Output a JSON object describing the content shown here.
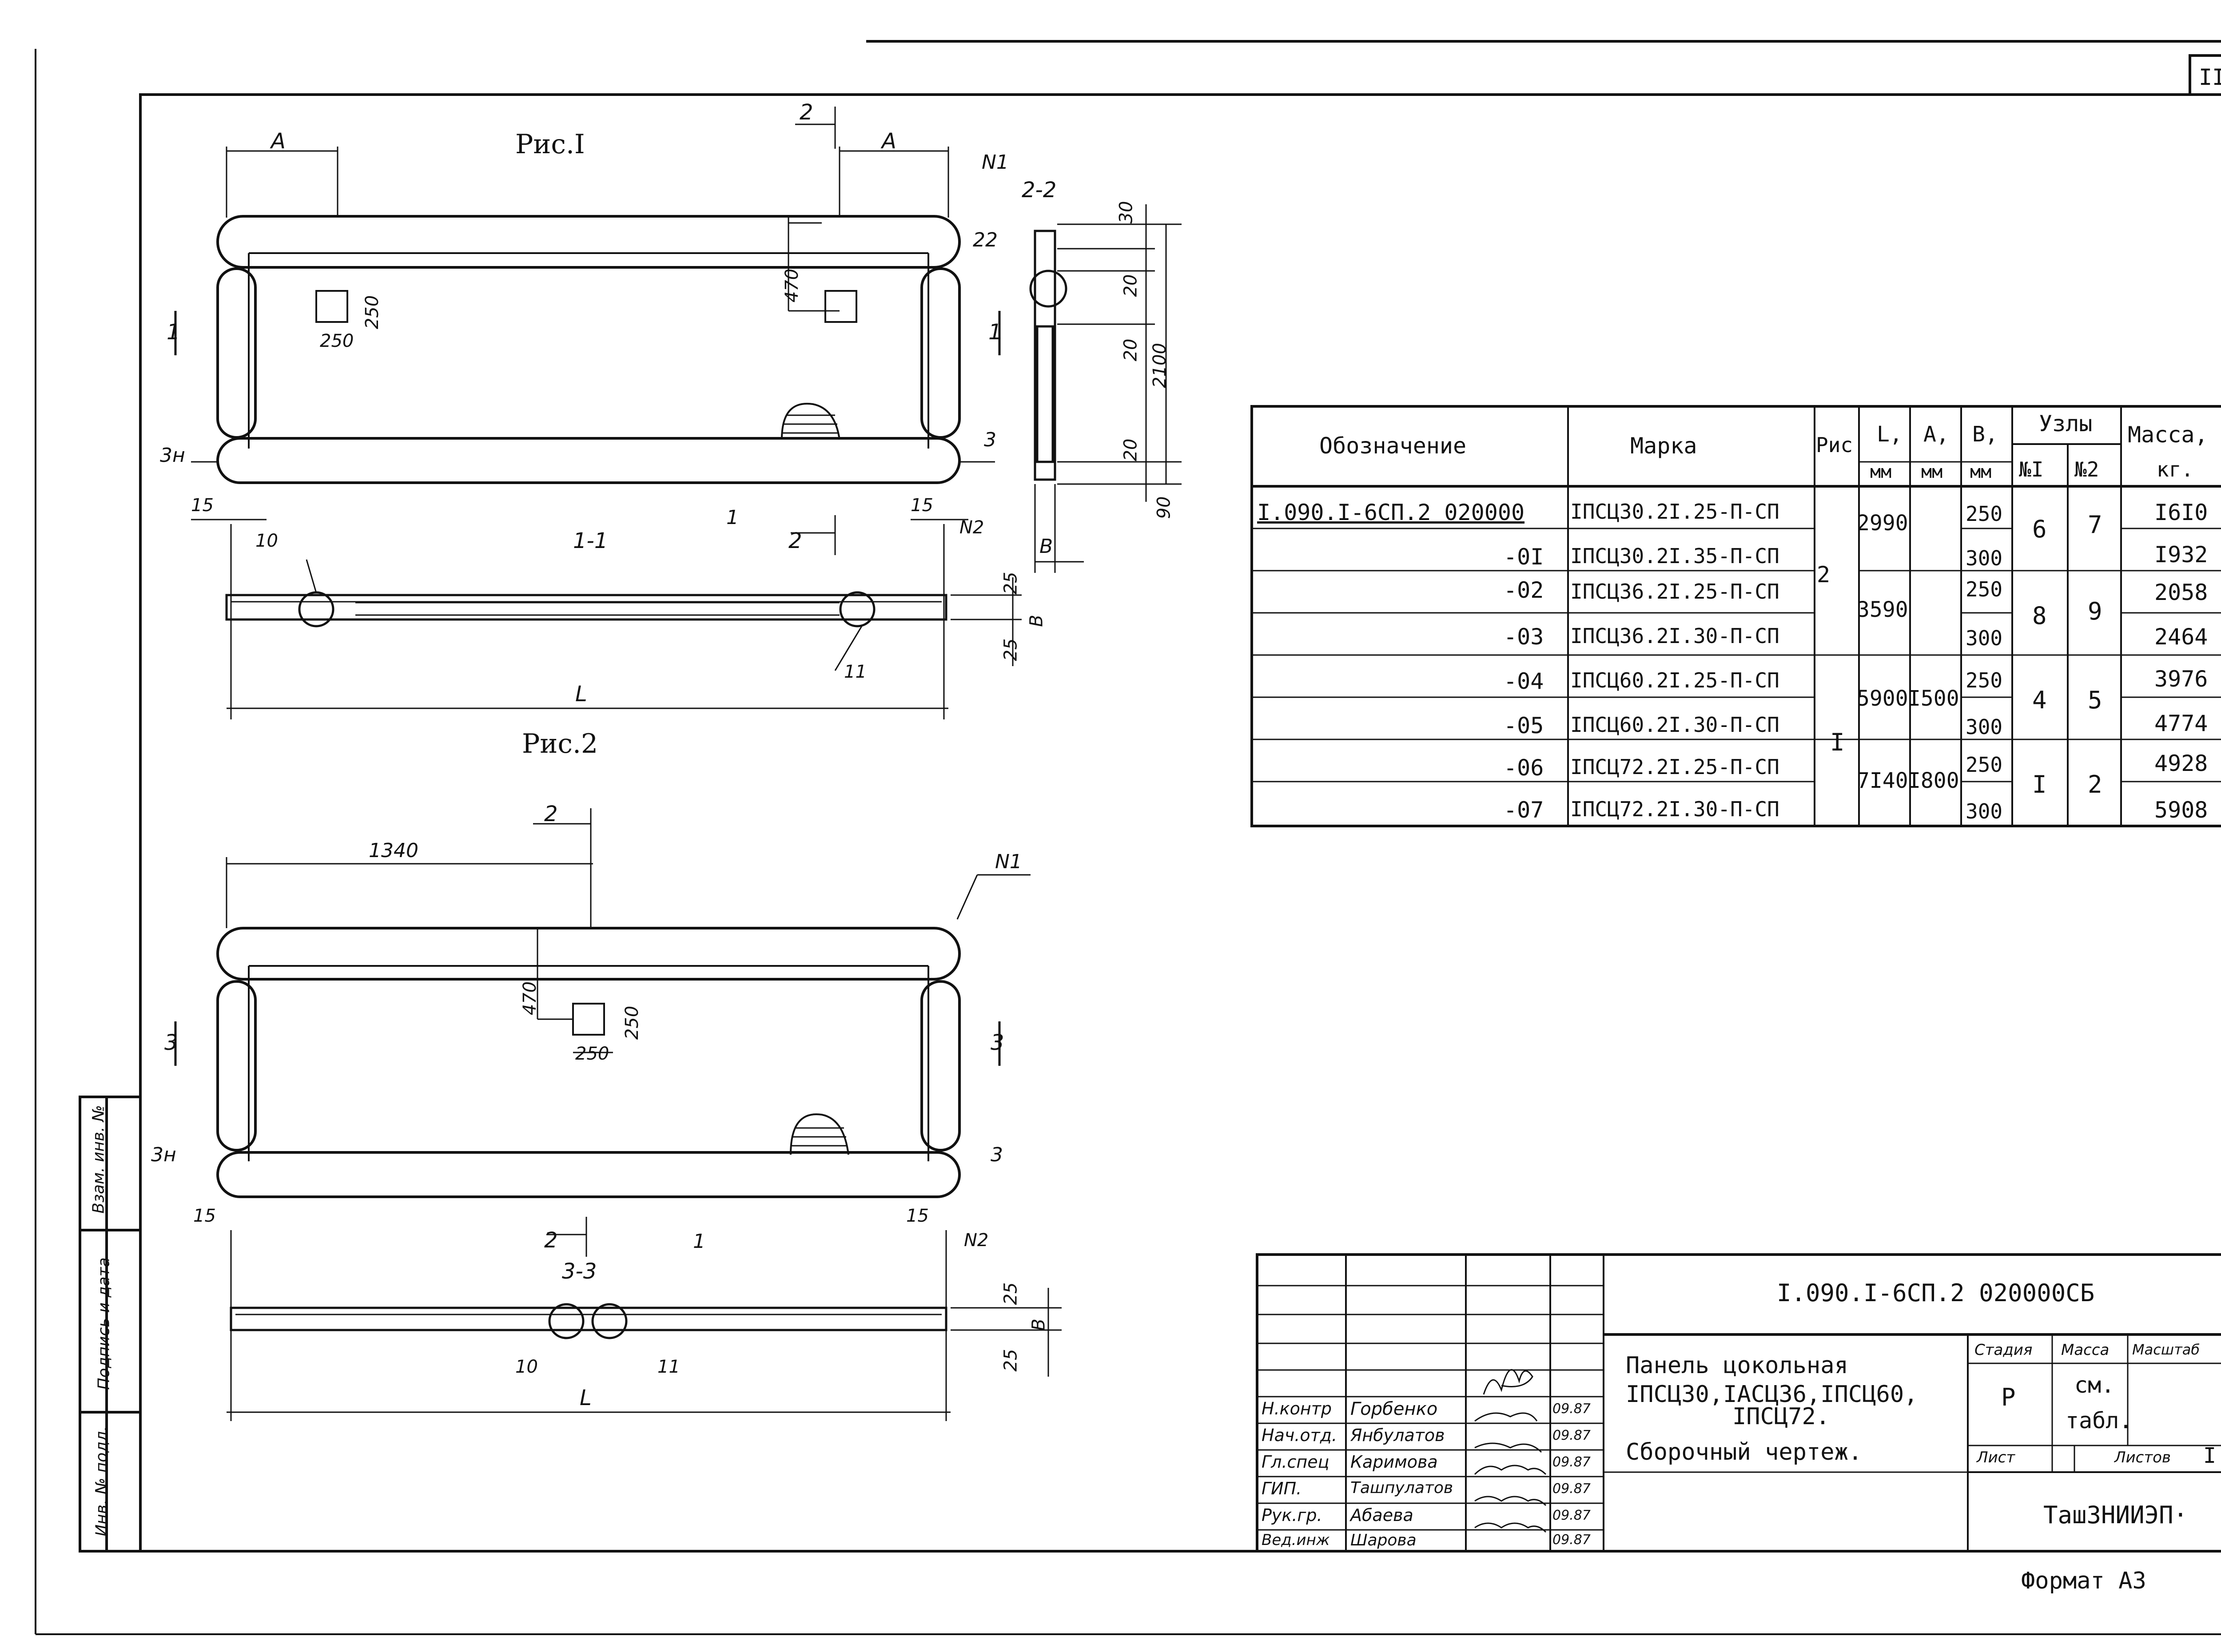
{
  "sheet": {
    "number": "II",
    "format_label": "Формат А3"
  },
  "figures": {
    "fig1_title": "Рис.I",
    "fig2_title": "Рис.2",
    "section_1": "1-1",
    "section_2": "2-2",
    "section_3": "3-3",
    "labels": {
      "A": "A",
      "L": "L",
      "B": "B",
      "N1": "N1",
      "N2": "N2",
      "three_n": "3н",
      "three": "3",
      "one": "1",
      "two": "2",
      "ten": "10",
      "eleven": "11",
      "twentytwo": "22"
    },
    "dims": {
      "d470": "470",
      "d250": "250",
      "d15": "15",
      "d25": "25",
      "d30": "30",
      "d20": "20",
      "d90": "90",
      "d2100": "2100",
      "d1340": "1340"
    }
  },
  "spec_table": {
    "headers": {
      "designation": "Обозначение",
      "mark": "Марка",
      "fig": "Рис",
      "L": "L,",
      "A": "A,",
      "B": "B,",
      "nodes": "Узлы",
      "mass": "Масса,",
      "unit_mm": "мм",
      "node1": "№I",
      "node2": "№2",
      "unit_kg": "кг."
    },
    "rows": [
      {
        "designation": "I.090.I-6СП.2  020000",
        "mark": "IПСЦ30.2I.25-П-СП",
        "B": "250",
        "mass": "I6I0"
      },
      {
        "designation": "-0I",
        "mark": "IПСЦ30.2I.35-П-СП",
        "B": "300",
        "mass": "I932"
      },
      {
        "designation": "-02",
        "mark": "IПСЦ36.2I.25-П-СП",
        "B": "250",
        "mass": "2058"
      },
      {
        "designation": "-03",
        "mark": "IПСЦ36.2I.30-П-СП",
        "B": "300",
        "mass": "2464"
      },
      {
        "designation": "-04",
        "mark": "IПСЦ60.2I.25-П-СП",
        "B": "250",
        "mass": "3976"
      },
      {
        "designation": "-05",
        "mark": "IПСЦ60.2I.30-П-СП",
        "B": "300",
        "mass": "4774"
      },
      {
        "designation": "-06",
        "mark": "IПСЦ72.2I.25-П-СП",
        "B": "250",
        "mass": "4928"
      },
      {
        "designation": "-07",
        "mark": "IПСЦ72.2I.30-П-СП",
        "B": "300",
        "mass": "5908"
      }
    ],
    "merged": {
      "fig_a": "2",
      "fig_b": "I",
      "L": [
        "2990",
        "3590",
        "5900",
        "7I40"
      ],
      "A": [
        "I500",
        "I800"
      ],
      "node1": [
        "6",
        "8",
        "4",
        "I"
      ],
      "node2": [
        "7",
        "9",
        "5",
        "2"
      ]
    }
  },
  "title_block": {
    "doc_code": "I.090.I-6СП.2  020000СБ",
    "title_line1": "Панель цокольная",
    "title_line2": "IПСЦ30,IАСЦ36,IПСЦ60,",
    "title_line3": "IПСЦ72.",
    "title_line4": "Сборочный чертеж.",
    "stage_header": "Стадия",
    "mass_header": "Масса",
    "scale_header": "Масштаб",
    "stage_value": "Р",
    "mass_value_1": "см.",
    "mass_value_2": "табл.",
    "sheet_label": "Лист",
    "sheets_label": "Листов",
    "sheets_value": "I",
    "organization": "ТашЗНИИЭП·",
    "staff": [
      {
        "role": "Н.контр",
        "name": "Горбенко",
        "date": "09.87"
      },
      {
        "role": "Нач.отд.",
        "name": "Янбулатов",
        "date": "09.87"
      },
      {
        "role": "Гл.спец",
        "name": "Каримова",
        "date": "09.87"
      },
      {
        "role": "ГИП.",
        "name": "Ташпулатов",
        "date": "09.87"
      },
      {
        "role": "Рук.гр.",
        "name": "Абаева",
        "date": "09.87"
      },
      {
        "role": "Вед.инж",
        "name": "Шарова",
        "date": "09.87"
      }
    ]
  },
  "side_stamp": {
    "inv_no": "Взам. инв. №",
    "signature_date": "Подпись и дата",
    "inv_orig": "Инв. № подл."
  }
}
